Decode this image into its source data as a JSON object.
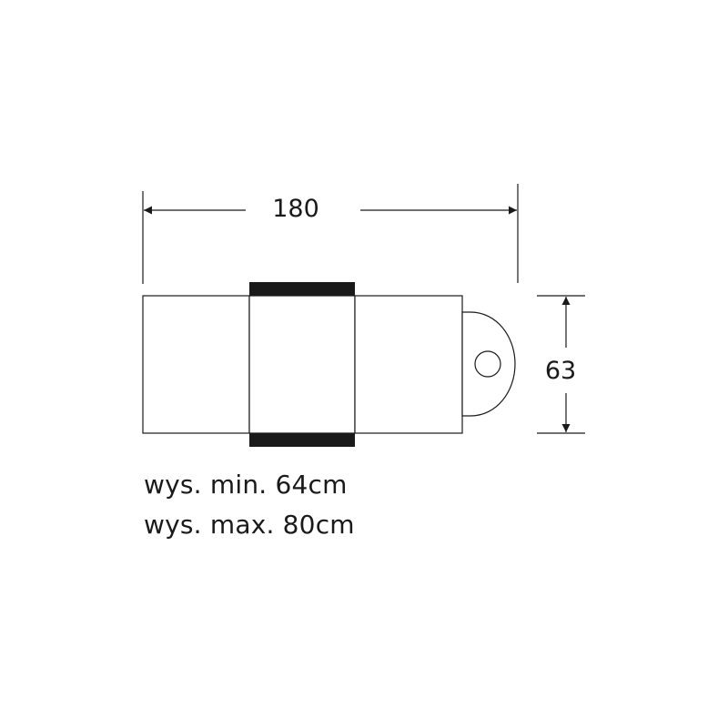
{
  "dimensions": {
    "length": "180",
    "width": "63"
  },
  "specs": {
    "height_min": "wys. min. 64cm",
    "height_max": "wys. max. 80cm"
  },
  "colors": {
    "line": "#1a1a1a",
    "background": "#ffffff"
  }
}
